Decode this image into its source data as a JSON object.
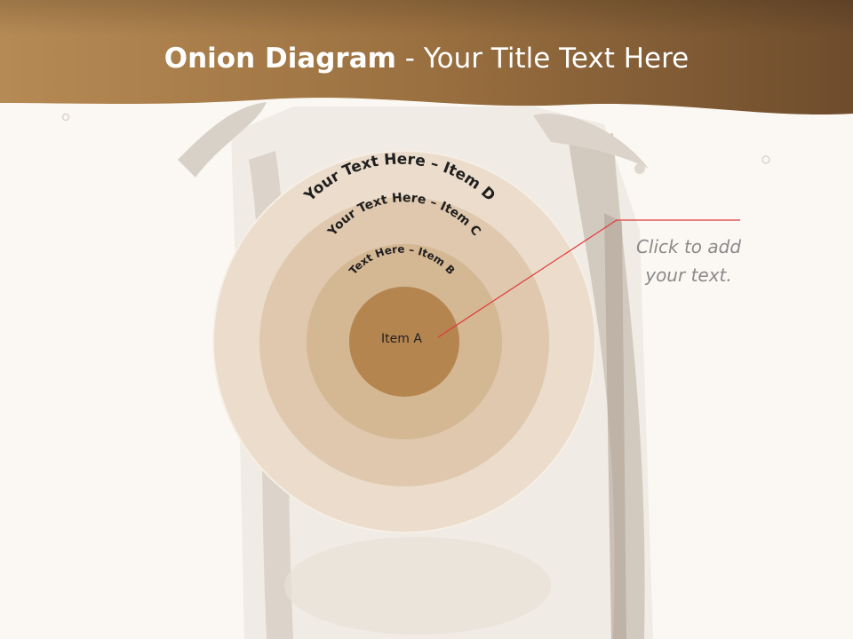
{
  "title": {
    "bold": "Onion Diagram",
    "rest": " - Your Title Text Here"
  },
  "rings": [
    {
      "label": "Your Text Here – Item D",
      "color": "#ebdccb"
    },
    {
      "label": "Your Text Here – Item C",
      "color": "#dfc8ad"
    },
    {
      "label": "Text Here – Item B",
      "color": "#d4b793"
    },
    {
      "label": "Item A",
      "color": "#b58550"
    }
  ],
  "callout": {
    "text": "Click  to add\nyour text.",
    "line_color": "#e03a3a"
  },
  "colors": {
    "header_band": "#a97d48",
    "background": "#fbf8f4"
  }
}
